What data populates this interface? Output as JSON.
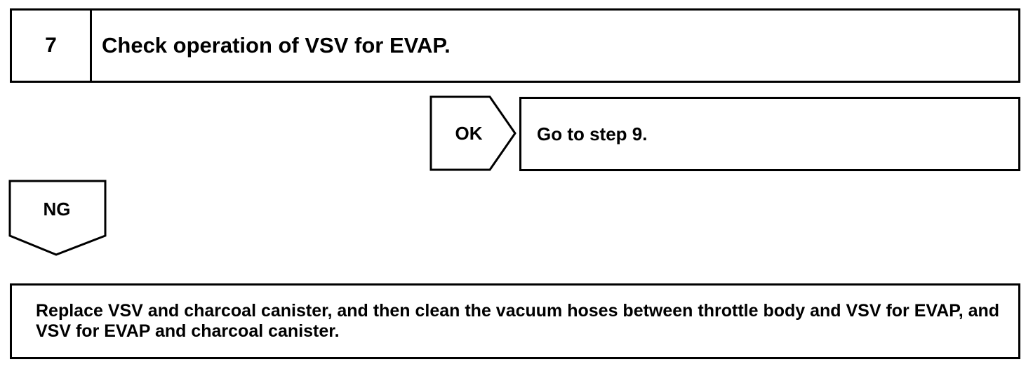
{
  "step": {
    "number": "7",
    "title": "Check operation of VSV for EVAP."
  },
  "ok_branch": {
    "label": "OK",
    "action": "Go to step 9."
  },
  "ng_branch": {
    "label": "NG"
  },
  "result": {
    "text": "Replace VSV and charcoal canister, and then clean the vacuum hoses between throttle body and VSV for EVAP, and VSV for EVAP and charcoal canister."
  }
}
